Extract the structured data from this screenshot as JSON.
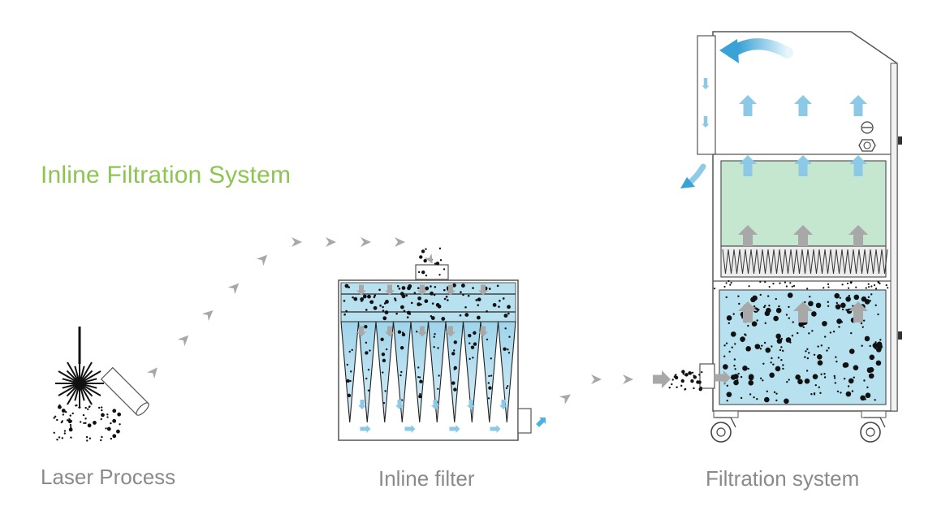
{
  "title": "Inline Filtration System",
  "captions": {
    "laser": "Laser Process",
    "inline": "Inline filter",
    "filtration": "Filtration system"
  },
  "colors": {
    "title": "#8cc552",
    "caption": "#8a8a8a",
    "water": "#b8e1f0",
    "pre_filter": "#c5e6cf",
    "arrow_grey": "#a8a8a8",
    "arrow_blue": "#3fa9d8",
    "outline": "#555555"
  },
  "icons": [
    "laser-burst-icon",
    "nozzle-icon",
    "caster-wheel-icon",
    "knob-icon"
  ]
}
